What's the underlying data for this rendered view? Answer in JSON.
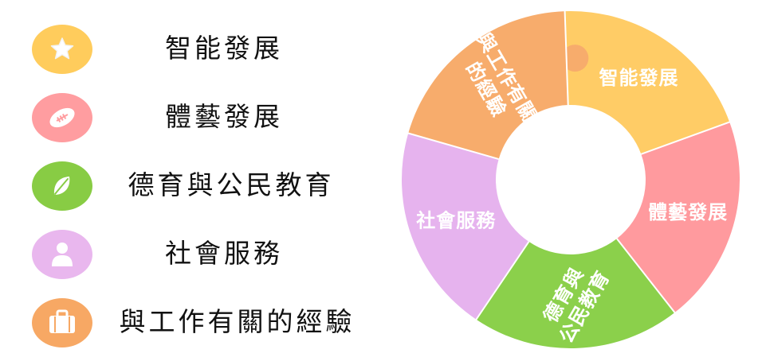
{
  "legend": [
    {
      "label": "智能發展",
      "icon": "star-icon",
      "color": "#FFCC5C"
    },
    {
      "label": "體藝發展",
      "icon": "football-icon",
      "color": "#FF9DA0"
    },
    {
      "label": "德育與公民教育",
      "icon": "leaf-icon",
      "color": "#88CC44"
    },
    {
      "label": "社會服務",
      "icon": "person-icon",
      "color": "#E9B7EE"
    },
    {
      "label": "與工作有關的經驗",
      "icon": "briefcase-icon",
      "color": "#F7A864"
    }
  ],
  "cycle": {
    "segments": [
      {
        "lines": [
          "智能發展"
        ],
        "color": "#FFCC66"
      },
      {
        "lines": [
          "體藝發展"
        ],
        "color": "#FF9A9E"
      },
      {
        "lines": [
          "德育與",
          "公民教育"
        ],
        "color": "#8BD04B"
      },
      {
        "lines": [
          "社會服務"
        ],
        "color": "#E6B3EE"
      },
      {
        "lines": [
          "與工作有關",
          "的經驗"
        ],
        "color": "#F7AC6C"
      }
    ]
  }
}
